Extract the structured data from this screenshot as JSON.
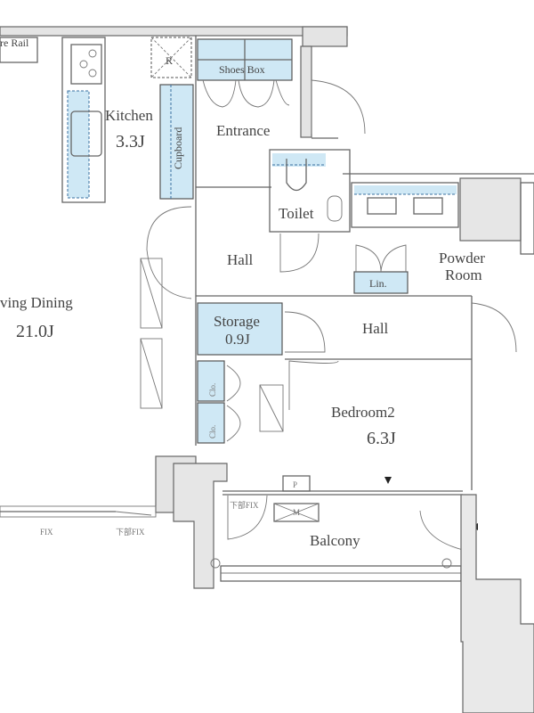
{
  "rooms": {
    "curtain_rail": "re Rail",
    "kitchen": {
      "label": "Kitchen",
      "area": "3.3J"
    },
    "refrigerator": "R",
    "shoes_box": "Shoes Box",
    "cupboard": "Cupboard",
    "entrance": "Entrance",
    "toilet": "Toilet",
    "hall_upper": "Hall",
    "powder_room": {
      "line1": "Powder",
      "line2": "Room"
    },
    "linen": "Lin.",
    "living_dining": {
      "label": "ving Dining",
      "area": "21.0J"
    },
    "storage": {
      "label": "Storage",
      "area": "0.9J"
    },
    "hall_lower": "Hall",
    "bedroom2": {
      "label": "Bedroom2",
      "area": "6.3J"
    },
    "closet_1": "Clo.",
    "closet_2": "Clo.",
    "pipe_space": "P",
    "meter": "M",
    "balcony": "Balcony",
    "fix_lower_balcony": "下部FIX",
    "fix_living": "FIX",
    "fix_lower_living": "下部FIX"
  }
}
